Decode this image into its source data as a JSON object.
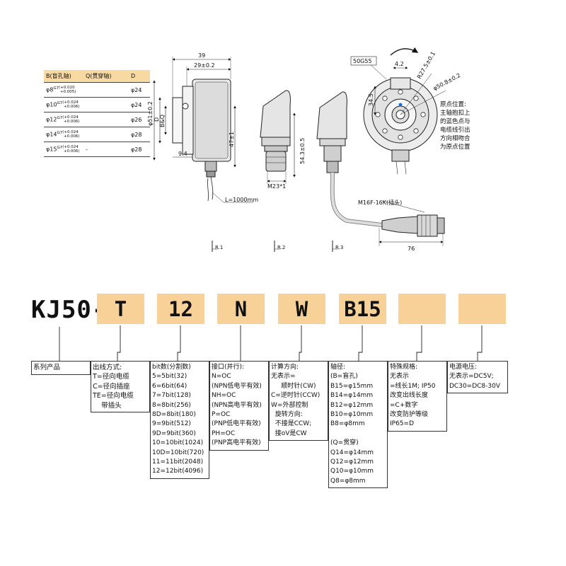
{
  "spec_table": {
    "headers": [
      "B(盲孔轴)",
      "Q(贯穿轴)",
      "D"
    ],
    "rows": [
      {
        "b": "φ8",
        "fit": "G7",
        "tol_up": "+0.020",
        "tol_low": "+0.005",
        "q": "",
        "d": "φ24"
      },
      {
        "b": "φ10",
        "fit": "G7",
        "tol_up": "+0.024",
        "tol_low": "+0.006",
        "q": "",
        "d": "φ24"
      },
      {
        "b": "φ12",
        "fit": "G7",
        "tol_up": "+0.024",
        "tol_low": "+0.006",
        "q": "",
        "d": "φ26"
      },
      {
        "b": "φ14",
        "fit": "G7",
        "tol_up": "+0.024",
        "tol_low": "+0.006",
        "q": "",
        "d": "φ28"
      },
      {
        "b": "φ15",
        "fit": "G7",
        "tol_up": "+0.024",
        "tol_low": "+0.006",
        "q": "-",
        "d": "φ28"
      }
    ]
  },
  "dimensions": {
    "d39": "39",
    "d29": "29±0.2",
    "d51": "φ51±0.2",
    "dD": "D",
    "dB": "B&Q",
    "d47": "47±1",
    "d94": "9.4",
    "cable": "L=1000mm",
    "d543": "54.3±0.5",
    "m23": "M23*1",
    "g55": "50G55",
    "d42": "4.2",
    "r275": "R27.5±0.1",
    "d345": "34.5",
    "d508": "φ50.8±0.2",
    "plug": "M16F-16K(插头)",
    "d76": "76"
  },
  "origin_note": [
    "原点位置:",
    "主轴抱扣上",
    "的蓝色点与",
    "电缆线引出",
    "方向相吻合",
    "为原点位置"
  ],
  "views": [
    "R.1",
    "R.2",
    "R.3"
  ],
  "model": {
    "prefix": "KJ50-",
    "codes": [
      "T",
      "12",
      "N",
      "W",
      "B15",
      "",
      ""
    ]
  },
  "descriptions": [
    {
      "lines": [
        "系列产品"
      ]
    },
    {
      "lines": [
        "出线方式:",
        "T=径向电缆",
        "C=径向插座",
        "TE=径向电缆",
        "    带插头"
      ]
    },
    {
      "lines": [
        "bit数(分割数)",
        "5=5bit(32)",
        "6=6bit(64)",
        "7=7bit(128)",
        "8=8bit(256)",
        "8D=8bit(180)",
        "9=9bit(512)",
        "9D=9bit(360)",
        "10=10bit(1024)",
        "10D=10bit(720)",
        "11=11bit(2048)",
        "12=12bit(4096)"
      ]
    },
    {
      "lines": [
        "接口(并行):",
        "N=OC",
        "(NPN低电平有效)",
        "NH=OC",
        "(NPN高电平有效)",
        "P=OC",
        "(PNP低电平有效)",
        "PH=OC",
        "(PNP高电平有效)"
      ]
    },
    {
      "lines": [
        "计算方向:",
        "无表示=",
        "     顺时针(CW)",
        "C=逆时针(CCW)",
        "W=外部控制",
        "  旋转方向:",
        "  不接是CCW;",
        "  接oV是CW"
      ]
    },
    {
      "lines": [
        "轴径:",
        "(B=盲孔)",
        "B15=φ15mm",
        "B14=φ14mm",
        "B12=φ12mm",
        "B10=φ10mm",
        "B8=φ8mm",
        "",
        "(Q=贯穿)",
        "Q14=φ14mm",
        "Q12=φ12mm",
        "Q10=φ10mm",
        "Q8=φ8mm"
      ]
    },
    {
      "lines": [
        "特殊规格:",
        "无表示",
        "=线长1M; IP50",
        "改变出线长度",
        "=C+数字",
        "改变防护等级",
        "IP65=D"
      ]
    },
    {
      "lines": [
        "电源电压:",
        "无表示=DC5V;",
        "DC30=DC8-30V"
      ]
    }
  ],
  "colors": {
    "accent": "#f8d199",
    "header": "#f8d9a2"
  }
}
